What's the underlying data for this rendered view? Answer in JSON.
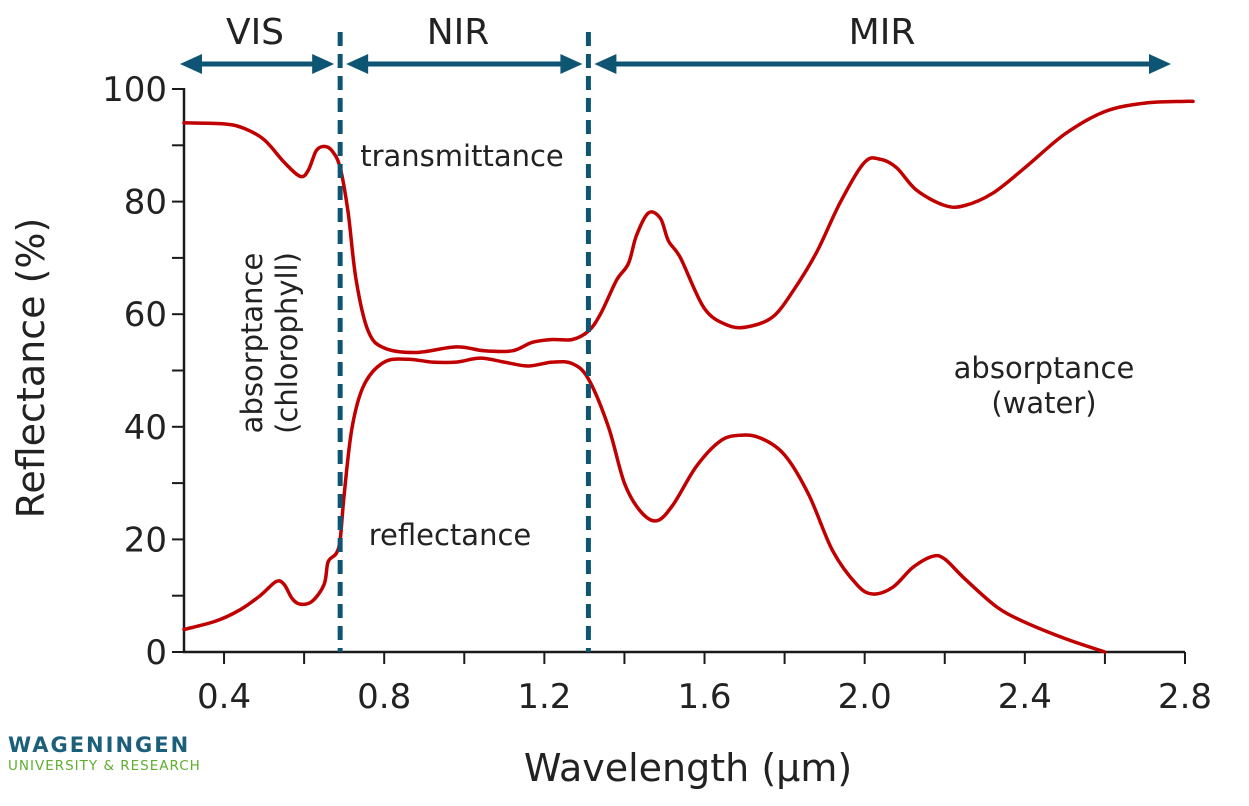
{
  "chart_data": {
    "type": "line",
    "xlabel": "Wavelength (μm)",
    "ylabel": "Reflectance (%)",
    "xlim": [
      0.3,
      2.8
    ],
    "ylim": [
      0,
      100
    ],
    "x_ticks": [
      0.4,
      0.8,
      1.2,
      1.6,
      2.0,
      2.4,
      2.8
    ],
    "x_tick_labels": [
      "0.4",
      "0.8",
      "1.2",
      "1.6",
      "2.0",
      "2.4",
      "2.8"
    ],
    "y_ticks": [
      0,
      20,
      40,
      60,
      80,
      100
    ],
    "y_tick_labels": [
      "0",
      "20",
      "40",
      "60",
      "80",
      "100"
    ],
    "grid": false,
    "line_color": "#c00000",
    "divider_color": "#0e5473",
    "regions": [
      {
        "label": "VIS",
        "from": 0.3,
        "to": 0.69
      },
      {
        "label": "NIR",
        "from": 0.69,
        "to": 1.31
      },
      {
        "label": "MIR",
        "from": 1.31,
        "to": 2.78
      }
    ],
    "dividers": [
      0.69,
      1.31
    ],
    "annotations": [
      "transmittance",
      "absorptance (chlorophyll)",
      "reflectance",
      "absorptance (water)"
    ],
    "series": [
      {
        "points": [
          [
            0.3,
            94
          ],
          [
            0.4,
            93.8
          ],
          [
            0.45,
            93
          ],
          [
            0.5,
            91
          ],
          [
            0.55,
            87
          ],
          [
            0.59,
            84.5
          ],
          [
            0.61,
            85.5
          ],
          [
            0.63,
            89
          ],
          [
            0.65,
            89.8
          ],
          [
            0.67,
            89
          ],
          [
            0.69,
            86
          ],
          [
            0.71,
            78
          ],
          [
            0.73,
            66
          ],
          [
            0.76,
            57
          ],
          [
            0.8,
            54
          ],
          [
            0.88,
            53.2
          ],
          [
            0.98,
            54.2
          ],
          [
            1.05,
            53.5
          ],
          [
            1.12,
            53.5
          ],
          [
            1.17,
            55
          ],
          [
            1.22,
            55.5
          ],
          [
            1.27,
            55.5
          ],
          [
            1.31,
            57
          ],
          [
            1.34,
            60
          ],
          [
            1.38,
            66
          ],
          [
            1.41,
            69
          ],
          [
            1.43,
            74
          ],
          [
            1.46,
            78
          ],
          [
            1.49,
            77
          ],
          [
            1.51,
            73
          ],
          [
            1.54,
            70
          ],
          [
            1.6,
            61
          ],
          [
            1.66,
            58
          ],
          [
            1.71,
            57.8
          ],
          [
            1.77,
            59.5
          ],
          [
            1.82,
            64
          ],
          [
            1.88,
            71
          ],
          [
            1.94,
            80
          ],
          [
            2.0,
            87
          ],
          [
            2.04,
            87.5
          ],
          [
            2.08,
            86
          ],
          [
            2.13,
            82
          ],
          [
            2.2,
            79.3
          ],
          [
            2.25,
            79.3
          ],
          [
            2.32,
            81.5
          ],
          [
            2.4,
            86
          ],
          [
            2.5,
            92
          ],
          [
            2.6,
            96
          ],
          [
            2.7,
            97.5
          ],
          [
            2.8,
            97.8
          ],
          [
            2.82,
            97.8
          ]
        ]
      },
      {
        "points": [
          [
            0.3,
            4
          ],
          [
            0.38,
            5.5
          ],
          [
            0.44,
            7.5
          ],
          [
            0.49,
            10
          ],
          [
            0.53,
            12.5
          ],
          [
            0.55,
            12
          ],
          [
            0.57,
            9.5
          ],
          [
            0.59,
            8.5
          ],
          [
            0.62,
            9
          ],
          [
            0.65,
            12
          ],
          [
            0.66,
            16
          ],
          [
            0.68,
            17.5
          ],
          [
            0.69,
            20
          ],
          [
            0.7,
            28
          ],
          [
            0.72,
            40
          ],
          [
            0.75,
            47.5
          ],
          [
            0.8,
            51.5
          ],
          [
            0.86,
            52
          ],
          [
            0.92,
            51.5
          ],
          [
            0.98,
            51.5
          ],
          [
            1.04,
            52.2
          ],
          [
            1.1,
            51.5
          ],
          [
            1.16,
            50.8
          ],
          [
            1.22,
            51.5
          ],
          [
            1.27,
            51.2
          ],
          [
            1.31,
            48.5
          ],
          [
            1.36,
            40
          ],
          [
            1.4,
            30
          ],
          [
            1.44,
            25
          ],
          [
            1.48,
            23.3
          ],
          [
            1.52,
            26
          ],
          [
            1.58,
            33
          ],
          [
            1.64,
            37.5
          ],
          [
            1.69,
            38.5
          ],
          [
            1.74,
            38
          ],
          [
            1.8,
            35
          ],
          [
            1.86,
            28
          ],
          [
            1.92,
            18
          ],
          [
            1.98,
            12
          ],
          [
            2.02,
            10.3
          ],
          [
            2.07,
            11.5
          ],
          [
            2.12,
            15
          ],
          [
            2.17,
            17
          ],
          [
            2.2,
            16.5
          ],
          [
            2.25,
            13
          ],
          [
            2.33,
            8
          ],
          [
            2.4,
            5.3
          ],
          [
            2.5,
            2.4
          ],
          [
            2.6,
            0
          ]
        ]
      }
    ]
  },
  "logo": {
    "name": "WAGENINGEN",
    "subtitle": "UNIVERSITY & RESEARCH"
  }
}
